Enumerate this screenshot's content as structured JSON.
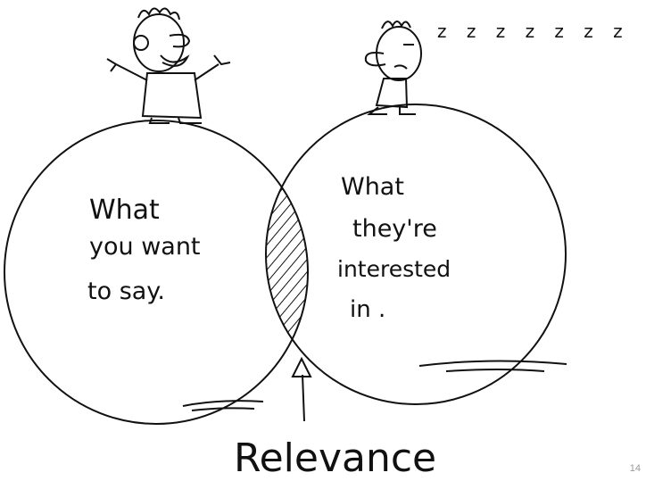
{
  "diagram": {
    "left_circle": {
      "lines": [
        "What",
        "you want",
        "to say."
      ]
    },
    "right_circle": {
      "lines": [
        "What",
        "they're",
        "interested",
        "in ."
      ]
    },
    "overlap_label": "Relevance",
    "sleep_text": "z z z z z z z"
  },
  "page_number": "14",
  "colors": {
    "ink": "#111111",
    "page_number": "#999999"
  }
}
